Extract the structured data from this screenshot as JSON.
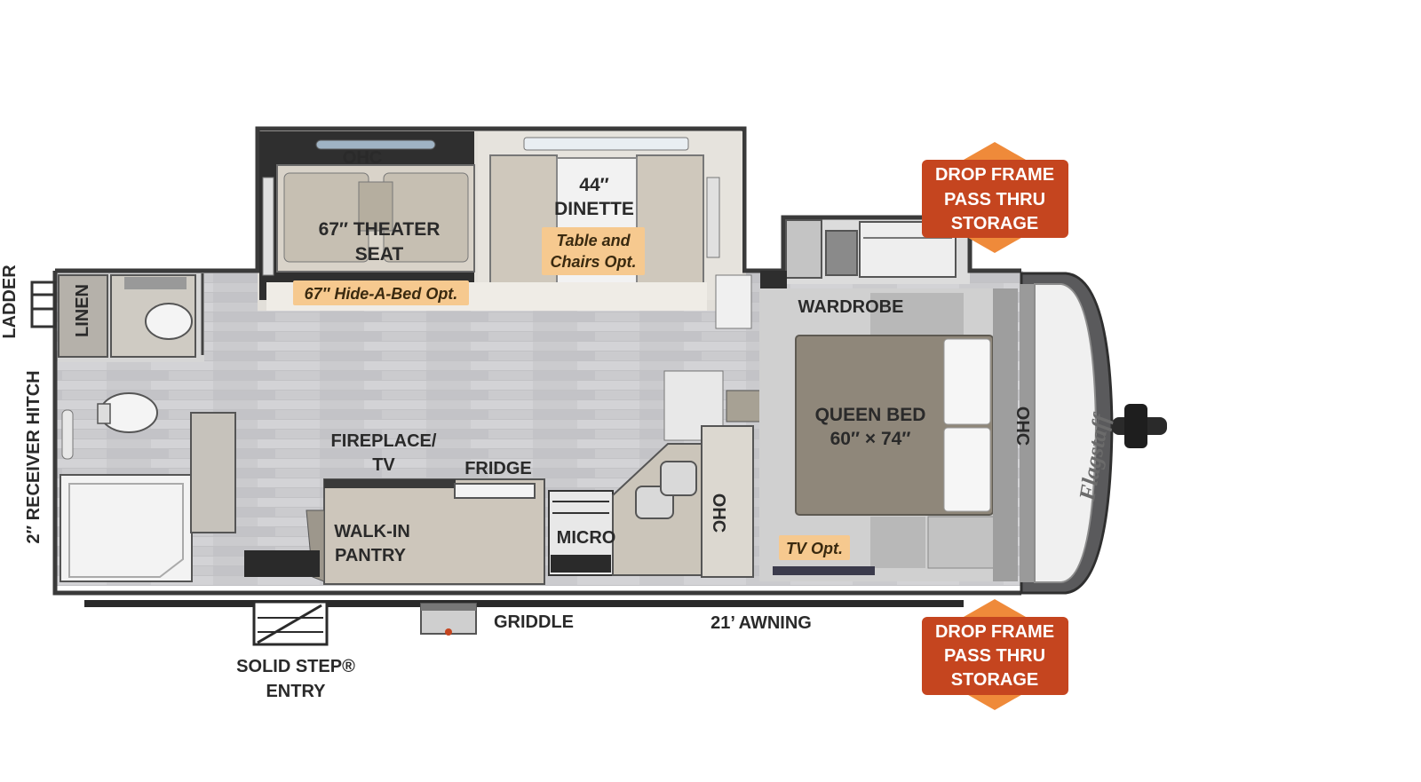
{
  "labels": {
    "ohc_top": "OHC",
    "theater_seat_line1": "67″ THEATER",
    "theater_seat_line2": "SEAT",
    "dinette_line1": "44″",
    "dinette_line2": "DINETTE",
    "wardrobe": "WARDROBE",
    "linen": "LINEN",
    "ladder": "LADDER",
    "receiver_hitch": "2″ RECEIVER HITCH",
    "fireplace_line1": "FIREPLACE/",
    "fireplace_line2": "TV",
    "fridge": "FRIDGE",
    "walkin_line1": "WALK-IN",
    "walkin_line2": "PANTRY",
    "micro": "MICRO",
    "ohc_kitchen": "OHC",
    "queen_line1": "QUEEN BED",
    "queen_line2": "60″ × 74″",
    "ohc_front": "OHC",
    "brand": "Flagstaff",
    "griddle": "GRIDDLE",
    "awning": "21’ AWNING",
    "step_line1": "SOLID STEP®",
    "step_line2": "ENTRY"
  },
  "options": {
    "hide_a_bed": "67″ Hide-A-Bed Opt.",
    "table_line1": "Table and",
    "table_line2": "Chairs Opt.",
    "tv": "TV Opt."
  },
  "badges": {
    "top": {
      "line1": "DROP FRAME",
      "line2": "PASS THRU",
      "line3": "STORAGE"
    },
    "bottom": {
      "line1": "DROP FRAME",
      "line2": "PASS THRU",
      "line3": "STORAGE"
    }
  },
  "colors": {
    "wall": "#3a3a3a",
    "floor": "#c9c9cb",
    "cabinet": "#d8d4cc",
    "furniture": "#bcb6ab",
    "bed": "#8f877a",
    "option_tag": "#f6c98f",
    "badge_red": "#c5451f",
    "badge_orange": "#ef8a3a"
  }
}
